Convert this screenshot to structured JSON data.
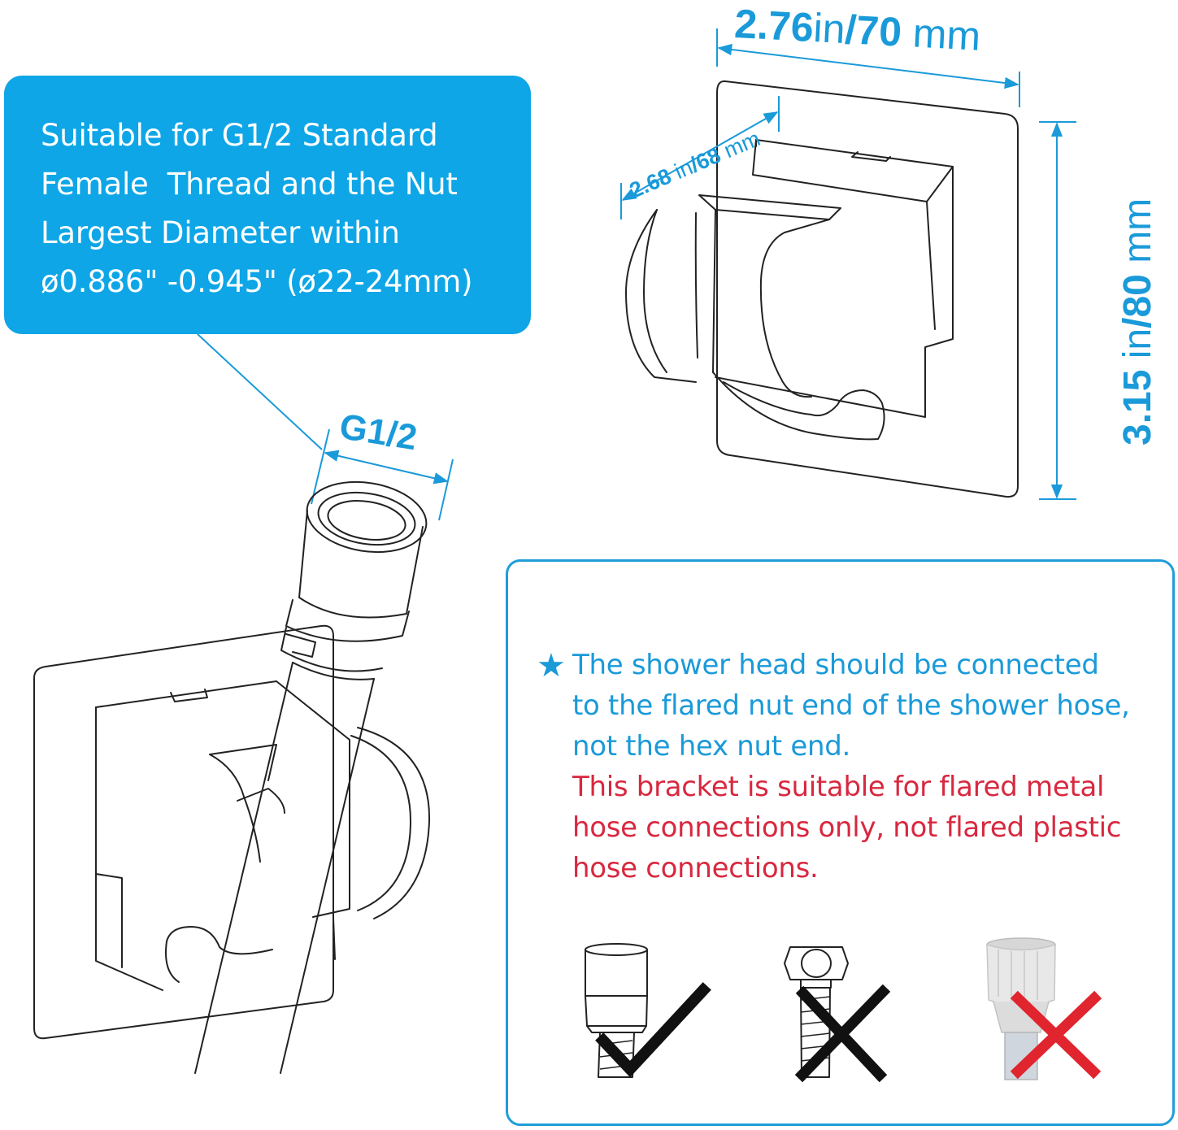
{
  "callout": {
    "lines": [
      "Suitable for G1/2 Standard",
      "Female  Thread and the Nut",
      "Largest Diameter within",
      "ø0.886\" -0.945\" (ø22-24mm)"
    ]
  },
  "dimensions": {
    "width": {
      "value_in": "2.76",
      "unit_in": "in",
      "separator": "/",
      "value_mm": "70",
      "unit_mm": "mm"
    },
    "depth": {
      "value_in": "2.68",
      "unit_in": "in",
      "separator": "/",
      "value_mm": "68",
      "unit_mm": "mm"
    },
    "height": {
      "value_in": "3.15",
      "unit_in": "in",
      "separator": "/",
      "value_mm": "80",
      "unit_mm": "mm"
    },
    "thread": "G1/2"
  },
  "note": {
    "star": "★",
    "blue_lines": [
      "The shower head should be connected",
      "to the flared nut end of the shower hose,",
      "not the hex nut end."
    ],
    "red_lines": [
      "This bracket is suitable for flared metal",
      "hose connections only, not flared plastic",
      "hose connections."
    ]
  },
  "examples": [
    {
      "type": "flared metal nut",
      "verdict": "check-icon"
    },
    {
      "type": "hex nut",
      "verdict": "cross-icon"
    },
    {
      "type": "flared plastic nut",
      "verdict": "cross-icon"
    }
  ],
  "colors": {
    "accent_blue": "#0ea6e6",
    "text_blue": "#1a9ad9",
    "warning_red": "#d8283f",
    "line_art": "#222222"
  }
}
